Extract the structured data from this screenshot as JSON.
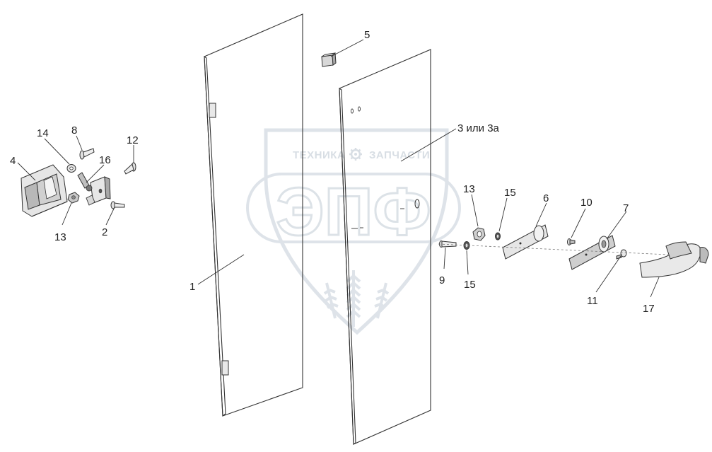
{
  "watermark": {
    "top_text_left": "ТЕХНИКА",
    "top_text_right": "ЗАПЧАСТИ",
    "big_text": "ЭПФ",
    "gear_icon": "gear-icon"
  },
  "callouts": [
    {
      "id": "c1",
      "text": "1"
    },
    {
      "id": "c2",
      "text": "2"
    },
    {
      "id": "c3",
      "text": "3 или 3а"
    },
    {
      "id": "c4",
      "text": "4"
    },
    {
      "id": "c5",
      "text": "5"
    },
    {
      "id": "c6",
      "text": "6"
    },
    {
      "id": "c7",
      "text": "7"
    },
    {
      "id": "c8",
      "text": "8"
    },
    {
      "id": "c9",
      "text": "9"
    },
    {
      "id": "c10",
      "text": "10"
    },
    {
      "id": "c11",
      "text": "11"
    },
    {
      "id": "c12",
      "text": "12"
    },
    {
      "id": "c13a",
      "text": "13"
    },
    {
      "id": "c13b",
      "text": "13"
    },
    {
      "id": "c14",
      "text": "14"
    },
    {
      "id": "c15a",
      "text": "15"
    },
    {
      "id": "c15b",
      "text": "15"
    },
    {
      "id": "c16",
      "text": "16"
    },
    {
      "id": "c17",
      "text": "17"
    }
  ]
}
